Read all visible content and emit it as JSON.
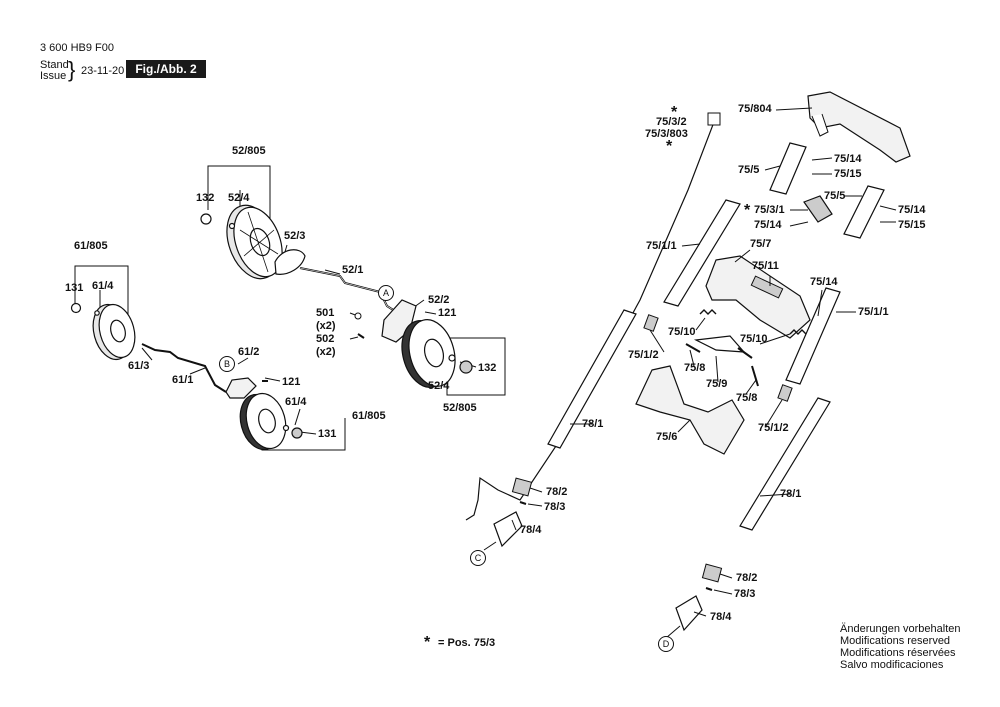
{
  "header": {
    "part_number": "3 600 HB9 F00",
    "stand": "Stand",
    "issue": "Issue",
    "date": "23-11-20",
    "figure": "Fig./Abb. 2"
  },
  "labels": {
    "l52_805_top": "52/805",
    "l132_top": "132",
    "l52_4_top": "52/4",
    "l52_3": "52/3",
    "l52_1": "52/1",
    "l52_2": "52/2",
    "l121_a": "121",
    "l501": "501",
    "l501x": "(x2)",
    "l502": "502",
    "l502x": "(x2)",
    "l132_right": "132",
    "l52_4_bot": "52/4",
    "l52_805_bot": "52/805",
    "l61_805_top": "61/805",
    "l131_top": "131",
    "l61_4_top": "61/4",
    "l61_3": "61/3",
    "l61_1": "61/1",
    "l61_2": "61/2",
    "l121_b": "121",
    "l61_4_bot": "61/4",
    "l61_805_bot": "61/805",
    "l131_bot": "131",
    "l75_3_2": "75/3/2",
    "l75_3_803": "75/3/803",
    "l75_804": "75/804",
    "l75_5_a": "75/5",
    "l75_14_a": "75/14",
    "l75_15_a": "75/15",
    "l75_5_b": "75/5",
    "l75_3_1": "75/3/1",
    "l75_14_b": "75/14",
    "l75_14_c": "75/14",
    "l75_15_b": "75/15",
    "l75_1_1_a": "75/1/1",
    "l75_7": "75/7",
    "l75_11": "75/11",
    "l75_14_d": "75/14",
    "l75_1_1_b": "75/1/1",
    "l75_10_a": "75/10",
    "l75_10_b": "75/10",
    "l75_1_2_a": "75/1/2",
    "l75_8_a": "75/8",
    "l75_9": "75/9",
    "l75_8_b": "75/8",
    "l75_6": "75/6",
    "l75_1_2_b": "75/1/2",
    "l78_1_a": "78/1",
    "l78_1_b": "78/1",
    "l78_2_a": "78/2",
    "l78_3_a": "78/3",
    "l78_4_a": "78/4",
    "l78_2_b": "78/2",
    "l78_3_b": "78/3",
    "l78_4_b": "78/4"
  },
  "callouts": {
    "a": "A",
    "b": "B",
    "c": "C",
    "d": "D"
  },
  "footnote": {
    "star": "*",
    "text": "= Pos.  75/3"
  },
  "stars": {
    "s1": "*",
    "s2": "*",
    "s3": "*"
  },
  "notes": [
    "Änderungen vorbehalten",
    "Modifications reserved",
    "Modifications réservées",
    "Salvo modificaciones"
  ]
}
